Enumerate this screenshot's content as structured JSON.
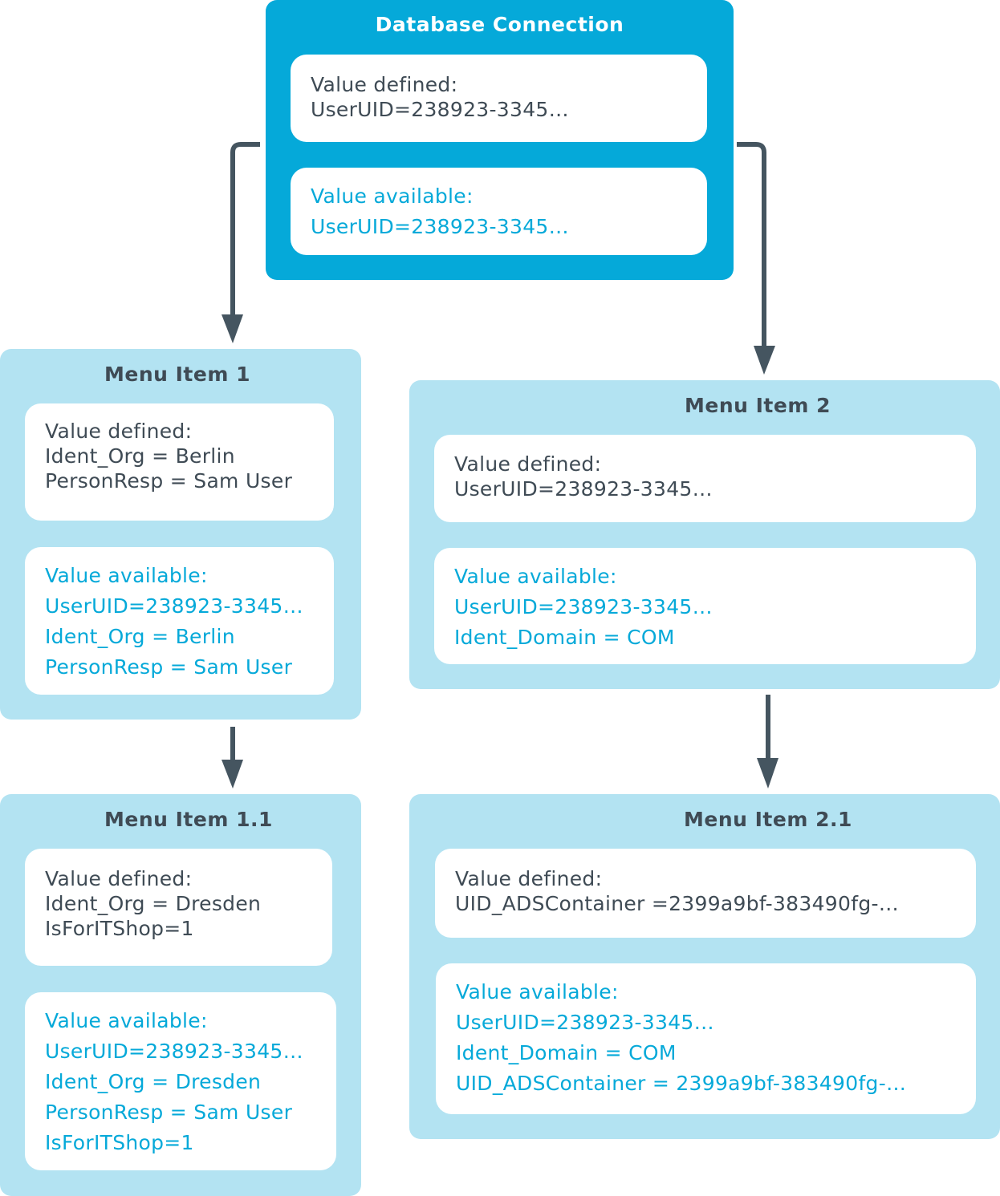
{
  "colors": {
    "root_fill": "#05a9d9",
    "child_fill": "#b3e3f2",
    "defined_text": "#3f4b55",
    "available_text": "#05a9d9",
    "connector": "#455560"
  },
  "nodes": {
    "root": {
      "title": "Database Connection",
      "defined": [
        "Value defined:",
        "UserUID=238923-3345…"
      ],
      "available": [
        "Value available:",
        "UserUID=238923-3345…"
      ]
    },
    "menu1": {
      "title": "Menu Item 1",
      "defined": [
        "Value defined:",
        "Ident_Org = Berlin",
        "PersonResp = Sam User"
      ],
      "available": [
        "Value available:",
        "UserUID=238923-3345…",
        "Ident_Org = Berlin",
        "PersonResp = Sam User"
      ]
    },
    "menu2": {
      "title": "Menu Item 2",
      "defined": [
        "Value defined:",
        "UserUID=238923-3345…"
      ],
      "available": [
        "Value available:",
        "UserUID=238923-3345…",
        "Ident_Domain = COM"
      ]
    },
    "menu11": {
      "title": "Menu Item 1.1",
      "defined": [
        "Value defined:",
        "Ident_Org = Dresden",
        "IsForITShop=1"
      ],
      "available": [
        "Value available:",
        "UserUID=238923-3345…",
        "Ident_Org = Dresden",
        "PersonResp = Sam User",
        "IsForITShop=1"
      ]
    },
    "menu21": {
      "title": "Menu Item 2.1",
      "defined": [
        "Value defined:",
        "UID_ADSContainer =2399a9bf-383490fg-…"
      ],
      "available": [
        "Value available:",
        "UserUID=238923-3345…",
        "Ident_Domain = COM",
        "UID_ADSContainer = 2399a9bf-383490fg-…"
      ]
    }
  }
}
